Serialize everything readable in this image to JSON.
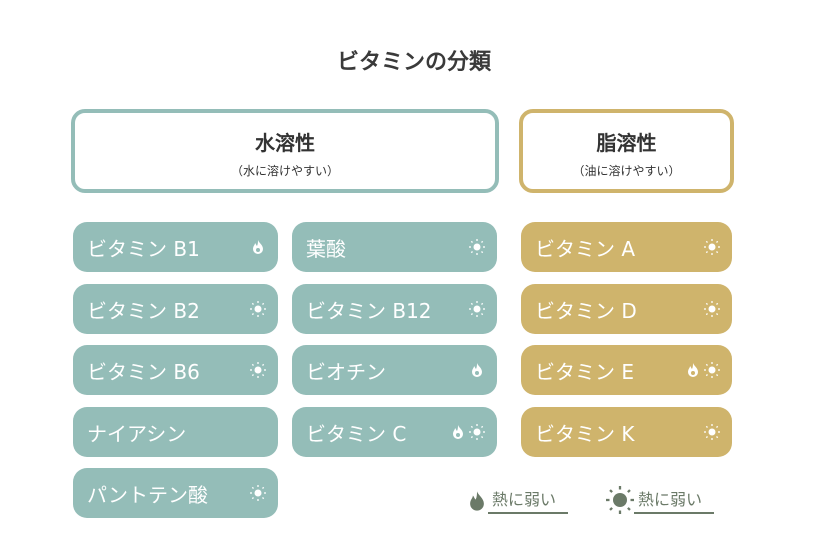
{
  "title": "ビタミンの分類",
  "water": {
    "heading": "水溶性",
    "sub": "（水に溶けやすい）"
  },
  "fat": {
    "heading": "脂溶性",
    "sub": "（油に溶けやすい）"
  },
  "colors": {
    "water": "#94bdb8",
    "fat": "#cfb46c",
    "legend": "#6b7a68"
  },
  "vitamins": [
    {
      "label": "ビタミン B1",
      "icons": [
        "flame"
      ]
    },
    {
      "label": "ビタミン B2",
      "icons": [
        "sun"
      ]
    },
    {
      "label": "ビタミン B6",
      "icons": [
        "sun"
      ]
    },
    {
      "label": "ナイアシン",
      "icons": []
    },
    {
      "label": "パントテン酸",
      "icons": [
        "sun"
      ]
    },
    {
      "label": "葉酸",
      "icons": [
        "sun"
      ]
    },
    {
      "label": "ビタミン B12",
      "icons": [
        "sun"
      ]
    },
    {
      "label": "ビオチン",
      "icons": [
        "flame"
      ]
    },
    {
      "label": "ビタミン C",
      "icons": [
        "flame",
        "sun"
      ]
    },
    {
      "label": "ビタミン A",
      "icons": [
        "sun"
      ]
    },
    {
      "label": "ビタミン D",
      "icons": [
        "sun"
      ]
    },
    {
      "label": "ビタミン E",
      "icons": [
        "flame",
        "sun"
      ]
    },
    {
      "label": "ビタミン K",
      "icons": [
        "sun"
      ]
    }
  ],
  "legend": [
    {
      "icon": "flame",
      "label": "熱に弱い"
    },
    {
      "icon": "sun",
      "label": "熱に弱い"
    }
  ]
}
